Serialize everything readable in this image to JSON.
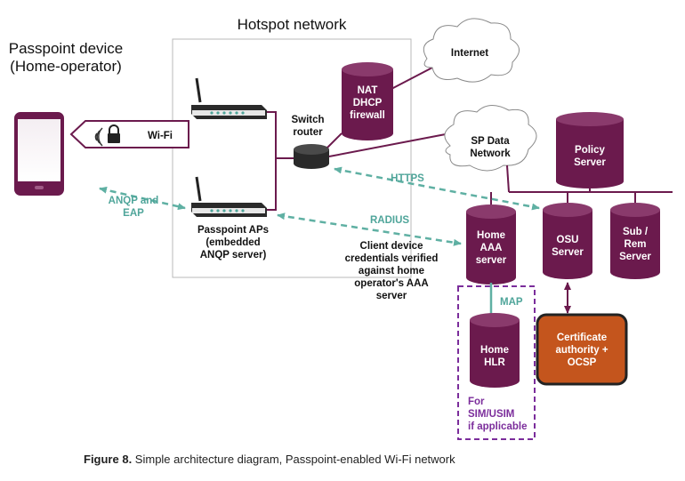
{
  "colors": {
    "cylinder": "#6b1a4d",
    "link": "#6b1a4d",
    "dashed": "#5fb0a3",
    "ca": "#c4551d",
    "sim_box": "#7b2d9b"
  },
  "labels": {
    "device_title_1": "Passpoint device",
    "device_title_2": "(Home-operator)",
    "hotspot_title": "Hotspot network",
    "wifi": "Wi-Fi",
    "anqp_eap_1": "ANQP and",
    "anqp_eap_2": "EAP",
    "aps_1": "Passpoint APs",
    "aps_2": "(embedded",
    "aps_3": "ANQP server)",
    "switch_1": "Switch",
    "switch_2": "router",
    "nat_1": "NAT",
    "nat_2": "DHCP",
    "nat_3": "firewall",
    "internet": "Internet",
    "spdata_1": "SP Data",
    "spdata_2": "Network",
    "https": "HTTPS",
    "radius": "RADIUS",
    "policy_1": "Policy",
    "policy_2": "Server",
    "aaa_1": "Home",
    "aaa_2": "AAA",
    "aaa_3": "server",
    "osu_1": "OSU",
    "osu_2": "Server",
    "subrem_1": "Sub /",
    "subrem_2": "Rem",
    "subrem_3": "Server",
    "client_1": "Client device",
    "client_2": "credentials verified",
    "client_3": "against home",
    "client_4": "operator's AAA",
    "client_5": "server",
    "map": "MAP",
    "hlr_1": "Home",
    "hlr_2": "HLR",
    "sim_1": "For",
    "sim_2": "SIM/USIM",
    "sim_3": "if applicable",
    "ca_1": "Certificate",
    "ca_2": "authority +",
    "ca_3": "OCSP"
  },
  "caption": {
    "label": "Figure 8.",
    "text": " Simple architecture diagram, Passpoint-enabled Wi-Fi network"
  }
}
